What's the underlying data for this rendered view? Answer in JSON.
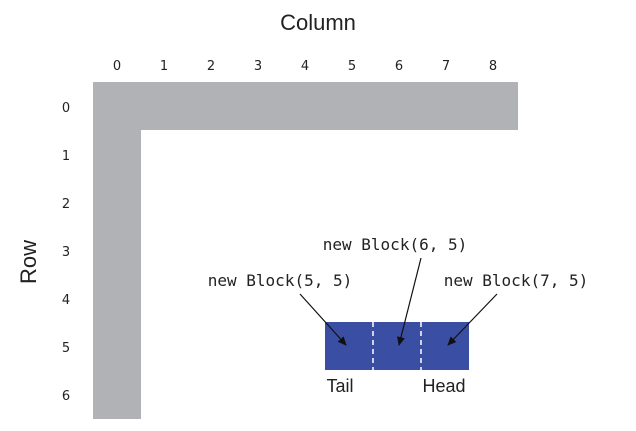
{
  "axes": {
    "column_title": "Column",
    "row_title": "Row",
    "column_ticks": [
      "0",
      "1",
      "2",
      "3",
      "4",
      "5",
      "6",
      "7",
      "8"
    ],
    "row_ticks": [
      "0",
      "1",
      "2",
      "3",
      "4",
      "5",
      "6"
    ]
  },
  "blocks": {
    "labels": [
      "new Block(5, 5)",
      "new Block(6, 5)",
      "new Block(7, 5)"
    ],
    "tail_label": "Tail",
    "head_label": "Head",
    "color": "#3a4ea3"
  },
  "wall": {
    "color": "#b1b2b5"
  }
}
